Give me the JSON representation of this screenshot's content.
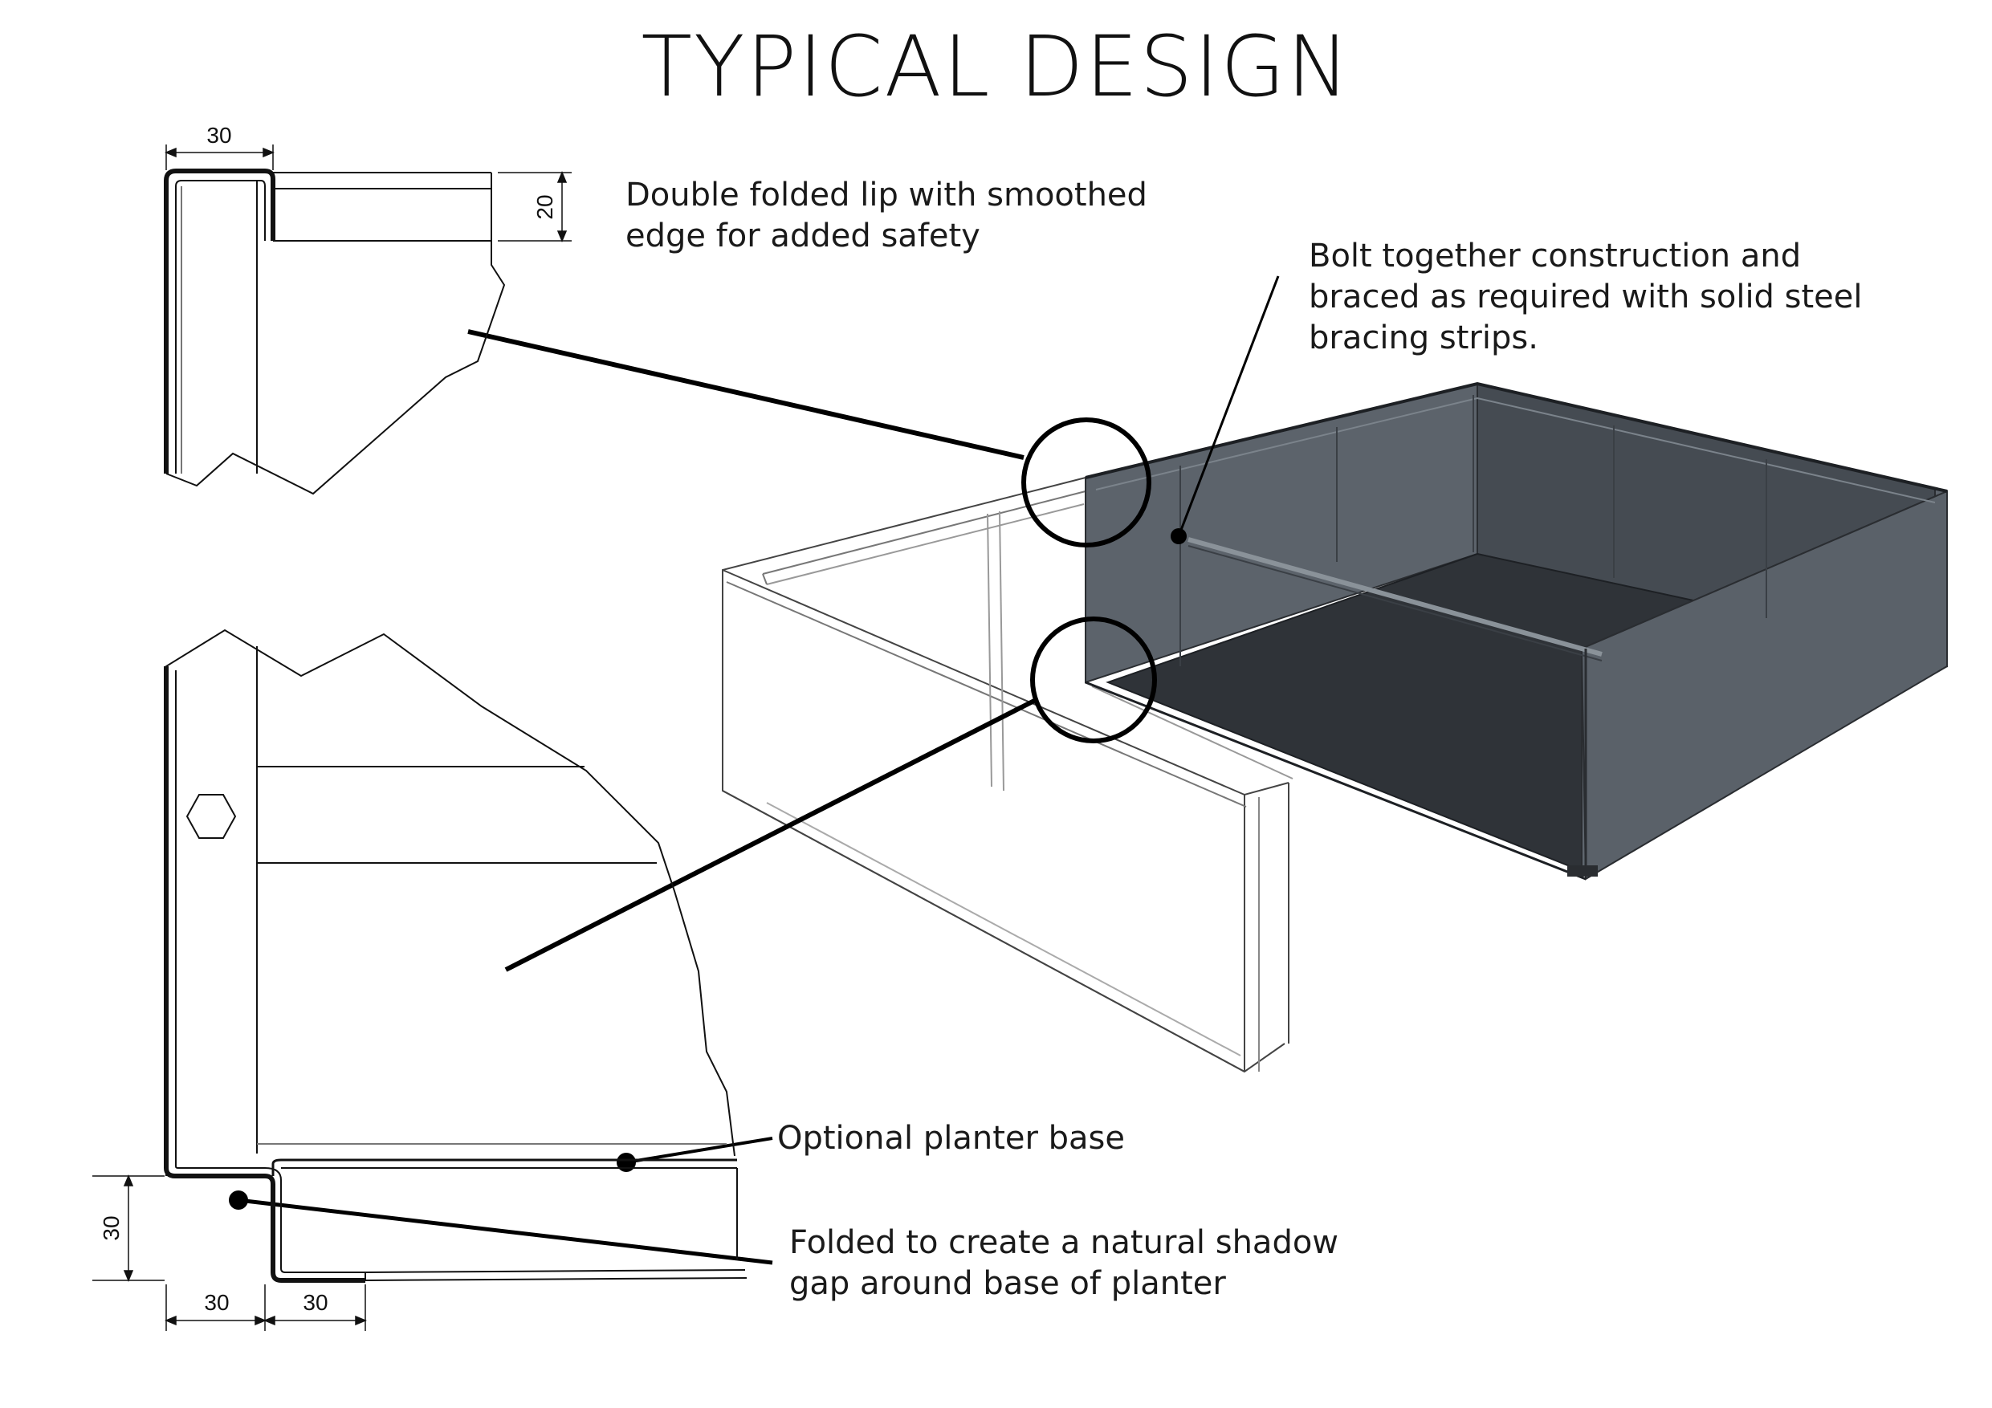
{
  "title": "TYPICAL DESIGN",
  "annotations": {
    "lip": "Double folded lip with smoothed\nedge for added safety",
    "bolt": "Bolt together construction and\nbraced as required with solid steel\nbracing strips.",
    "base": "Optional planter base",
    "shadow": "Folded to create a natural shadow\ngap around base of planter"
  },
  "dimensions": {
    "top_width": "30",
    "top_height": "20",
    "base_height": "30",
    "base_width_left": "30",
    "base_width_right": "30"
  },
  "colors": {
    "line": "#111111",
    "panel_dark": "#5c636b",
    "panel_darker": "#454b52",
    "floor_dark": "#2f3338"
  }
}
